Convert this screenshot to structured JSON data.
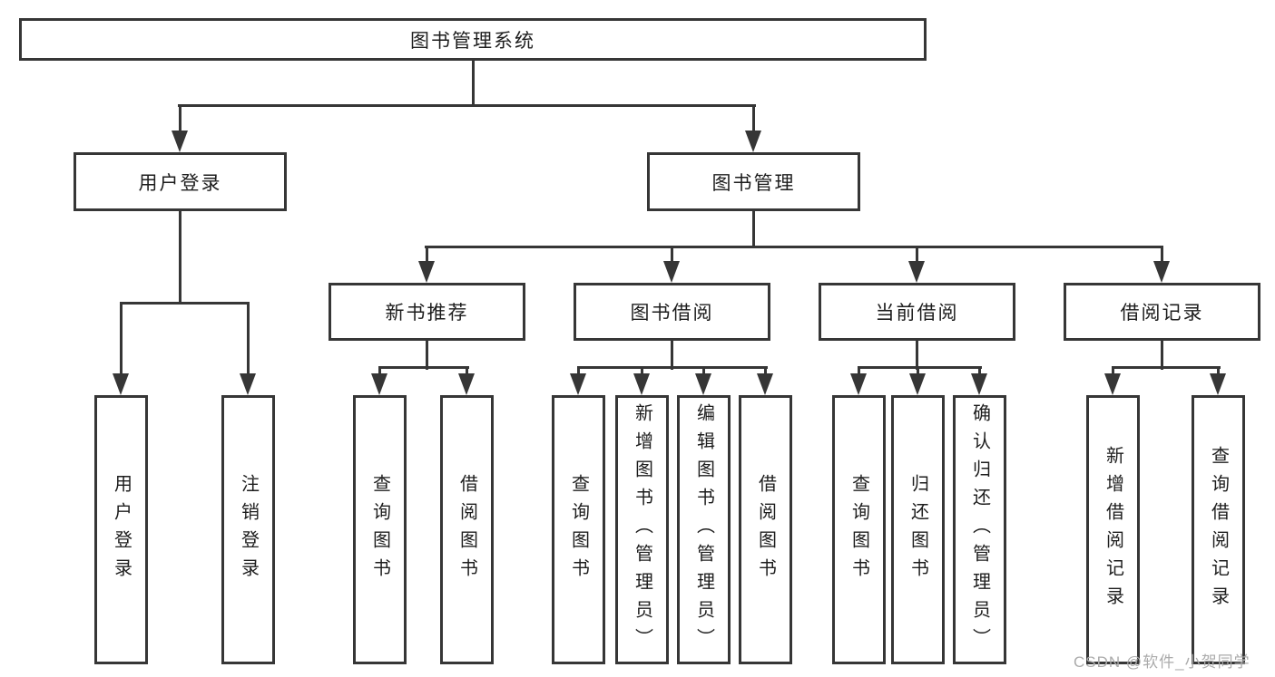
{
  "diagram": {
    "type": "hierarchy-diagram",
    "tree": {
      "root": "图书管理系统",
      "level2": [
        {
          "label": "用户登录",
          "leaves": [
            "用户登录",
            "注销登录"
          ]
        },
        {
          "label": "图书管理",
          "children": [
            {
              "label": "新书推荐",
              "leaves": [
                "查询图书",
                "借阅图书"
              ]
            },
            {
              "label": "图书借阅",
              "leaves": [
                "查询图书",
                "新增图书（管理员）",
                "编辑图书（管理员）",
                "借阅图书"
              ]
            },
            {
              "label": "当前借阅",
              "leaves": [
                "查询图书",
                "归还图书",
                "确认归还（管理员）"
              ]
            },
            {
              "label": "借阅记录",
              "leaves": [
                "新增借阅记录",
                "查询借阅记录"
              ]
            }
          ]
        }
      ]
    },
    "colors": {
      "line": "#363636",
      "box_border": "#363636",
      "text": "#1d1d1d",
      "background": "#ffffff",
      "watermark": "#ababab"
    }
  },
  "watermark": {
    "text": "CSDN @软件_小贺同学"
  }
}
